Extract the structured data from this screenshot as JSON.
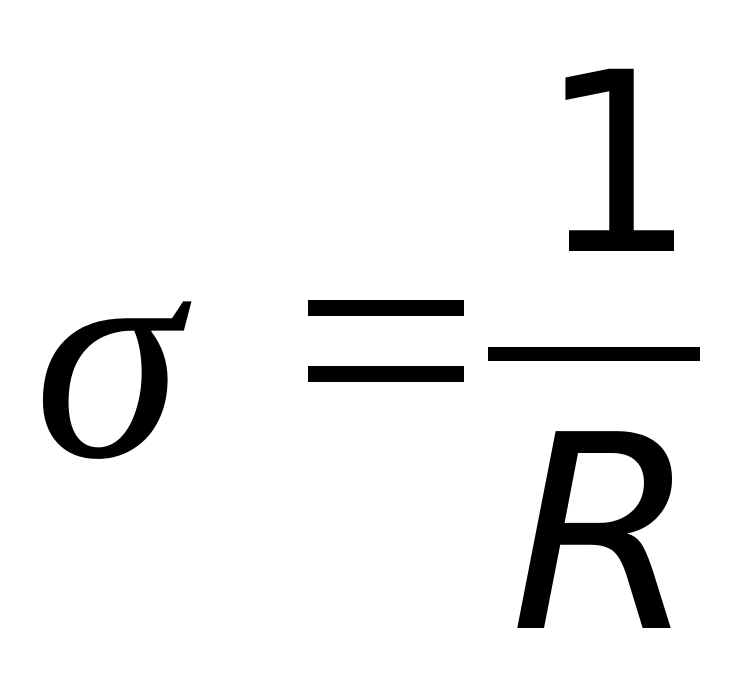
{
  "equation": {
    "lhs": "σ",
    "operator": "=",
    "numerator": "1",
    "denominator": "R"
  }
}
